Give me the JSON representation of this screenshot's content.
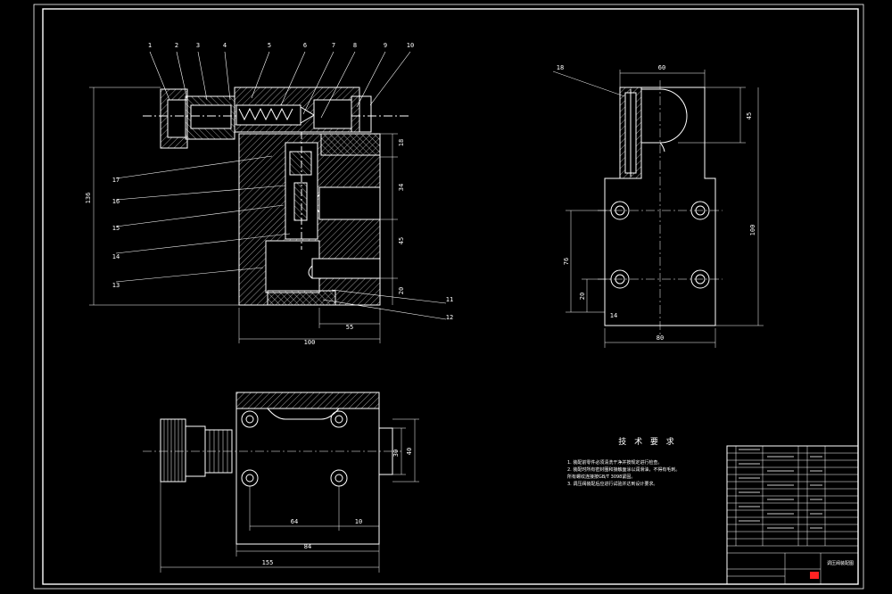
{
  "balloons": {
    "top": [
      "1",
      "2",
      "3",
      "4",
      "5",
      "6",
      "7",
      "8",
      "9",
      "10"
    ],
    "left": [
      "17",
      "16",
      "15",
      "14",
      "13"
    ],
    "right": [
      "11",
      "12"
    ],
    "side": "18"
  },
  "dims": {
    "front_width": "100",
    "front_sub": "55",
    "front_height": "136",
    "front_v1": "18",
    "front_v2": "34",
    "front_v3": "45",
    "front_v4": "20",
    "side_top": "60",
    "side_bottom": "80",
    "side_right": "45",
    "side_right2": "100",
    "side_left": "76",
    "side_left2": "20",
    "side_small": "14",
    "top_64": "64",
    "top_10": "10",
    "top_84": "84",
    "top_155": "155",
    "top_30": "30",
    "top_40": "40"
  },
  "notes": {
    "heading": "技 术 要 求",
    "lines": [
      "1. 装配前零件必须清洗干净并按规定进行检查。",
      "2. 装配时所有密封圈和接触面涂以润滑油，不得有毛刺。",
      "   所有螺纹连接按GB/T 3098紧固。",
      "3. 调压阀装配后应进行试验并达到设计要求。"
    ]
  },
  "title_block": {
    "title": "调压阀装配图"
  },
  "colors": {
    "background": "#000000",
    "line": "#ffffff",
    "red_mark": "#ff2222"
  }
}
